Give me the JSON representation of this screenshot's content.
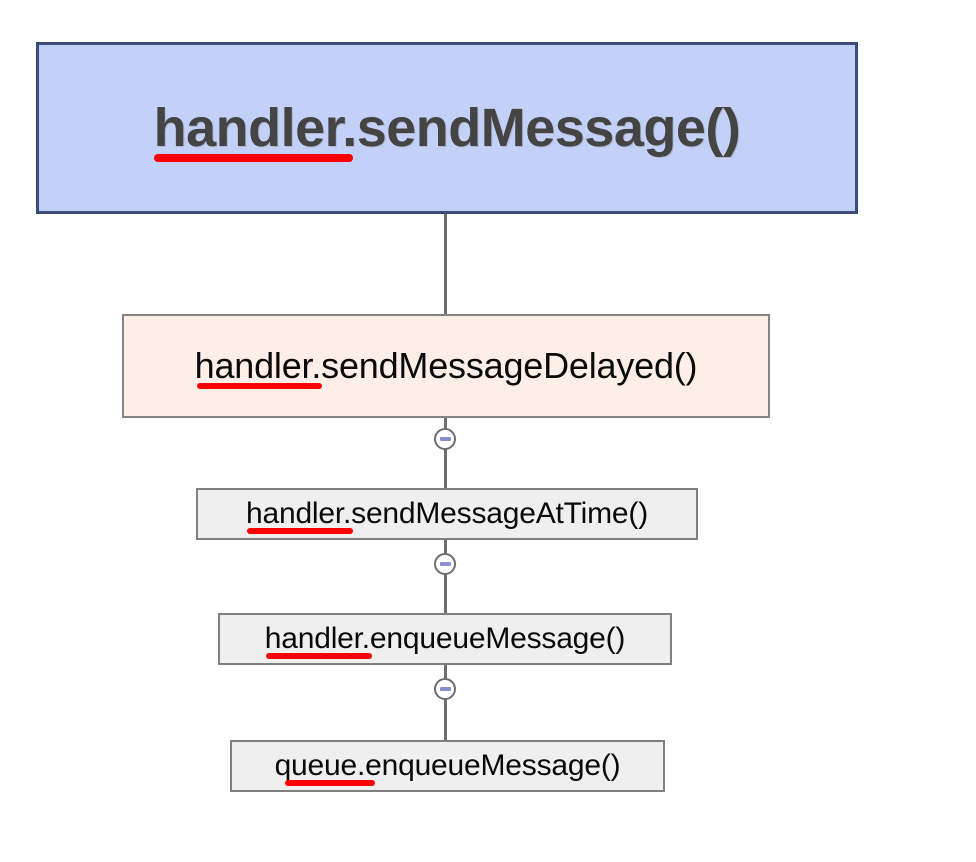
{
  "diagram": {
    "type": "call-hierarchy-tree",
    "orientation": "vertical",
    "background_color": "#ffffff",
    "highlight_color": "#fb0000",
    "nodes": [
      {
        "id": "root",
        "text": "handler.sendMessage()",
        "underlined_token": "handler",
        "fill": "#c3d0f7",
        "border": "#3c4a7c",
        "text_color": "#444444",
        "emphasis": "bold",
        "level": 0
      },
      {
        "id": "delayed",
        "text": "handler.sendMessageDelayed()",
        "underlined_token": "handler",
        "fill": "#fdeee7",
        "border": "#878381",
        "text_color": "#0a0a0a",
        "emphasis": "normal",
        "level": 1
      },
      {
        "id": "attime",
        "text": "handler.sendMessageAtTime()",
        "underlined_token": "handler",
        "fill": "#efefef",
        "border": "#808080",
        "text_color": "#0a0a0a",
        "emphasis": "normal",
        "level": 2
      },
      {
        "id": "enqueue",
        "text": "handler.enqueueMessage()",
        "underlined_token": "handler",
        "fill": "#efefef",
        "border": "#808080",
        "text_color": "#0a0a0a",
        "emphasis": "normal",
        "level": 3
      },
      {
        "id": "queue",
        "text": "queue.enqueueMessage()",
        "underlined_token": "queue",
        "fill": "#efefef",
        "border": "#808080",
        "text_color": "#0a0a0a",
        "emphasis": "normal",
        "level": 4
      }
    ],
    "edges": [
      {
        "from": "root",
        "to": "delayed",
        "icon": null
      },
      {
        "from": "delayed",
        "to": "attime",
        "icon": "collapse-minus-icon"
      },
      {
        "from": "attime",
        "to": "enqueue",
        "icon": "collapse-minus-icon"
      },
      {
        "from": "enqueue",
        "to": "queue",
        "icon": "collapse-minus-icon"
      }
    ],
    "icons": {
      "collapse_minus": {
        "name": "collapse-minus-icon",
        "glyph": "−",
        "circle_fill": "#ffffff",
        "circle_border": "#6e6e6e",
        "minus_color": "#8a8ed0"
      }
    }
  }
}
